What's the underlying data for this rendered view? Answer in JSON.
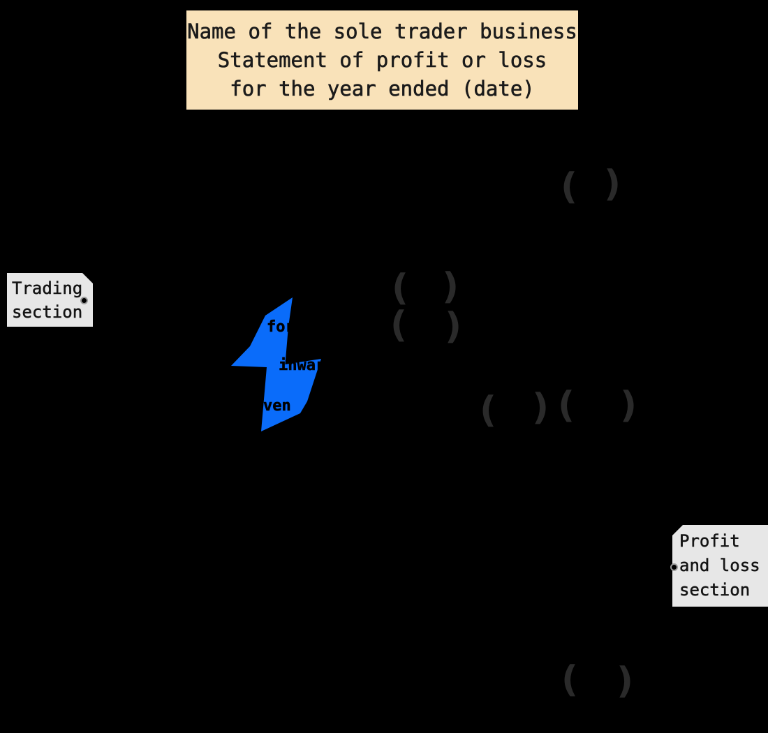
{
  "title_box": {
    "lines": [
      "Name of the sole trader business",
      "Statement of profit or loss",
      "for the year ended (date)"
    ]
  },
  "tags": {
    "trading": {
      "lines": [
        "Trading",
        "section"
      ]
    },
    "profit_and_loss": {
      "lines": [
        "Profit",
        "and loss",
        "section"
      ]
    }
  },
  "text_fragments": {
    "row1": "for",
    "row2": "inwar",
    "row3": "ven"
  },
  "parentheses": {
    "open": "(",
    "close": ")"
  },
  "icons": {
    "bolt": "lightning-bolt"
  },
  "colors": {
    "background": "#000000",
    "title_bg": "#f9e2b9",
    "tag_bg": "#e7e7e7",
    "text": "#1b1b1b",
    "parenthesis": "#2a2a2a",
    "bolt_blue": "#0a6cfa"
  }
}
